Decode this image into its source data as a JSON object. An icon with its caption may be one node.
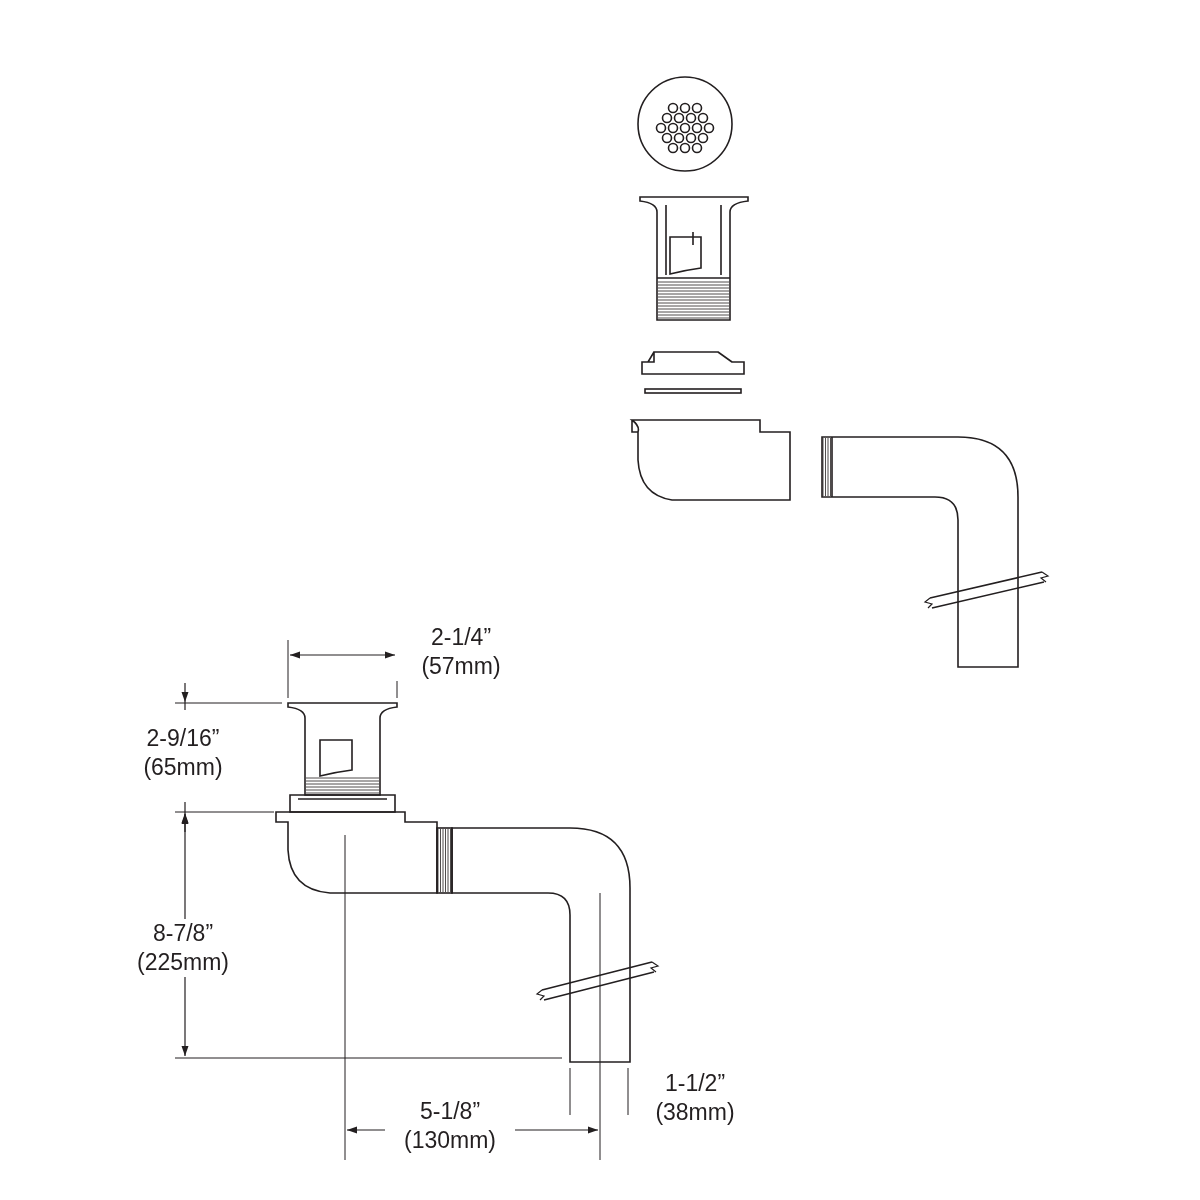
{
  "diagram": {
    "labels": [
      "2-1/4” (57mm)",
      "2-9/16” (65mm)",
      "8-7/8” (225mm)",
      "1-1/2” (38mm)",
      "5-1/8” (130mm)"
    ]
  }
}
